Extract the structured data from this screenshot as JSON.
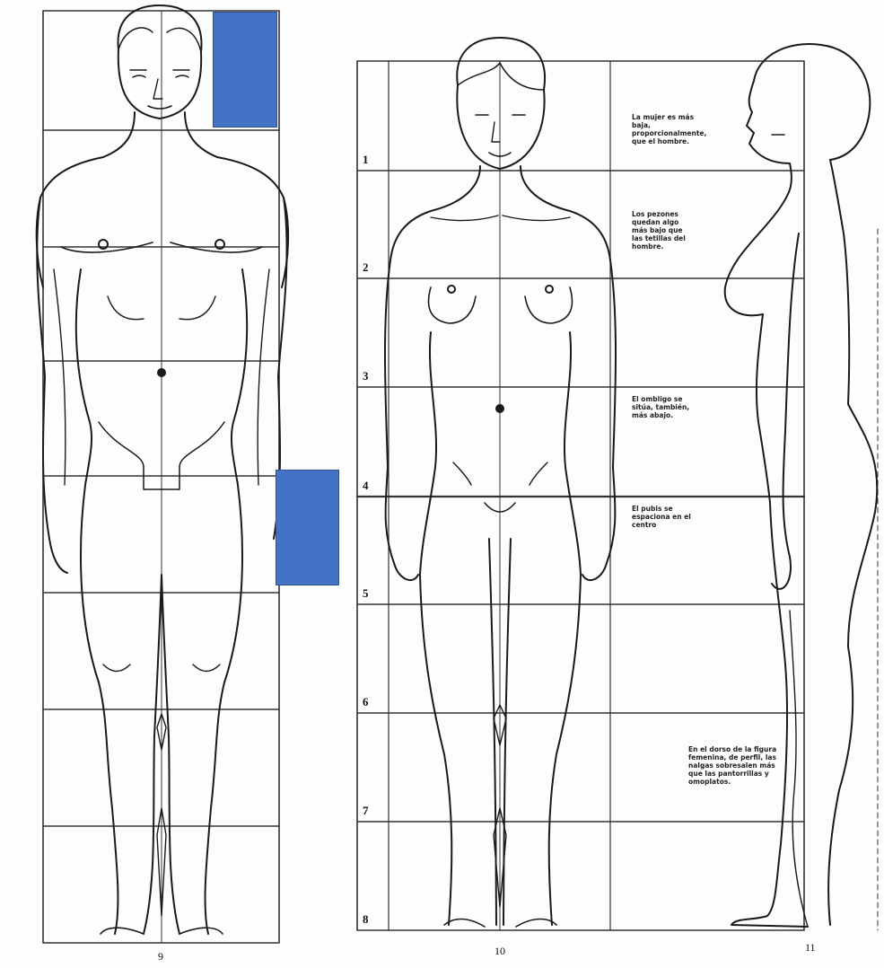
{
  "figure_numbers": {
    "male_front": "9",
    "female_front": "10",
    "female_profile": "11"
  },
  "row_labels": [
    "1",
    "2",
    "3",
    "4",
    "5",
    "6",
    "7",
    "8"
  ],
  "annotations": [
    "La mujer es más baja, proporcionalmente, que el hombre.",
    "Los pezones quedan algo más bajo que las tetillas del hombre.",
    "El ombligo se sitúa, también, más abajo.",
    "El pubis se espaciona en el centro",
    "En el dorso de la figura femenina, de perfil, las nalgas sobresalen más que las pantorrillas y omoplatos."
  ],
  "colors": {
    "line": "#1a1a1a",
    "grid": "#333333",
    "redaction": "#4472c4"
  }
}
